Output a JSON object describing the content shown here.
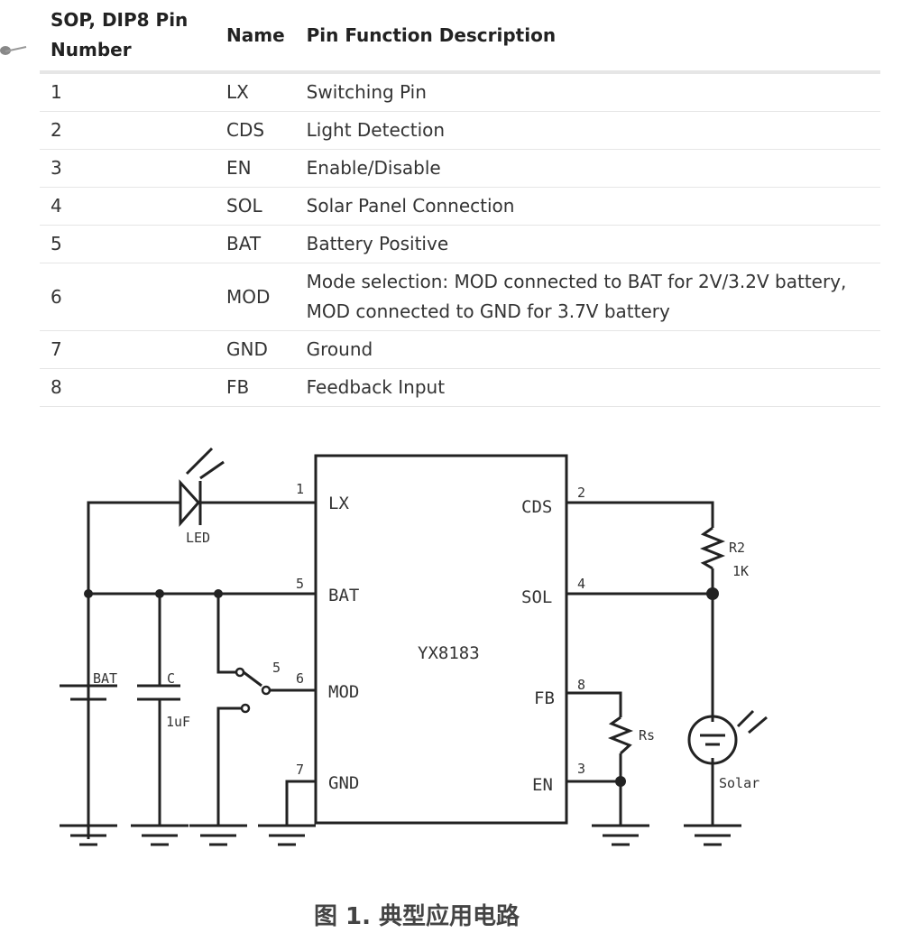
{
  "table": {
    "headers": [
      "SOP, DIP8 Pin Number",
      "Name",
      "Pin Function Description"
    ],
    "rows": [
      {
        "pin": "1",
        "name": "LX",
        "desc": "Switching Pin"
      },
      {
        "pin": "2",
        "name": "CDS",
        "desc": "Light Detection"
      },
      {
        "pin": "3",
        "name": "EN",
        "desc": "Enable/Disable"
      },
      {
        "pin": "4",
        "name": "SOL",
        "desc": "Solar Panel Connection"
      },
      {
        "pin": "5",
        "name": "BAT",
        "desc": "Battery Positive"
      },
      {
        "pin": "6",
        "name": "MOD",
        "desc": "Mode selection: MOD connected to BAT for 2V/3.2V battery, MOD connected to GND for 3.7V battery"
      },
      {
        "pin": "7",
        "name": "GND",
        "desc": "Ground"
      },
      {
        "pin": "8",
        "name": "FB",
        "desc": "Feedback Input"
      }
    ]
  },
  "diagram": {
    "chip": "YX8183",
    "pins_left": {
      "lx": "LX",
      "bat": "BAT",
      "mod": "MOD",
      "gnd": "GND"
    },
    "pins_right": {
      "cds": "CDS",
      "sol": "SOL",
      "fb": "FB",
      "en": "EN"
    },
    "pin_numbers": {
      "lx": "1",
      "bat": "5",
      "mod": "6",
      "gnd": "7",
      "cds": "2",
      "sol": "4",
      "fb": "8",
      "en": "3",
      "switch": "5"
    },
    "components": {
      "led": "LED",
      "battery": "BAT",
      "cap": "C",
      "cap_value": "1uF",
      "r2": "R2",
      "r2_value": "1K",
      "rs": "Rs",
      "solar": "Solar"
    },
    "caption": "图 1. 典型应用电路"
  }
}
